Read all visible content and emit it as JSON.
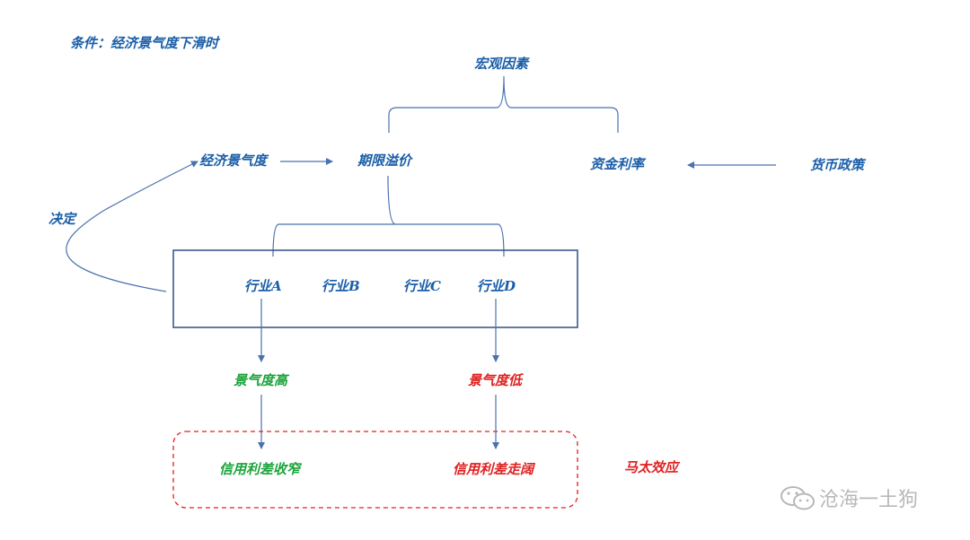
{
  "condition": "条件：经济景气度下滑时",
  "nodes": {
    "macro": "宏观因素",
    "economy": "经济景气度",
    "term_premium": "期限溢价",
    "funding_rate": "资金利率",
    "monetary_policy": "货币政策",
    "decide": "决定",
    "industry_a": "行业A",
    "industry_b": "行业B",
    "industry_c": "行业C",
    "industry_d": "行业D",
    "high_prosperity": "景气度高",
    "low_prosperity": "景气度低",
    "spread_narrow": "信用利差收窄",
    "spread_widen": "信用利差走阔",
    "matthew_effect": "马太效应"
  },
  "watermark": "沧海一土狗",
  "colors": {
    "blue": "#1a5ea8",
    "line": "#4a72b0",
    "green": "#1aa33a",
    "red": "#e02020",
    "watermark": "#b8b8b8"
  }
}
